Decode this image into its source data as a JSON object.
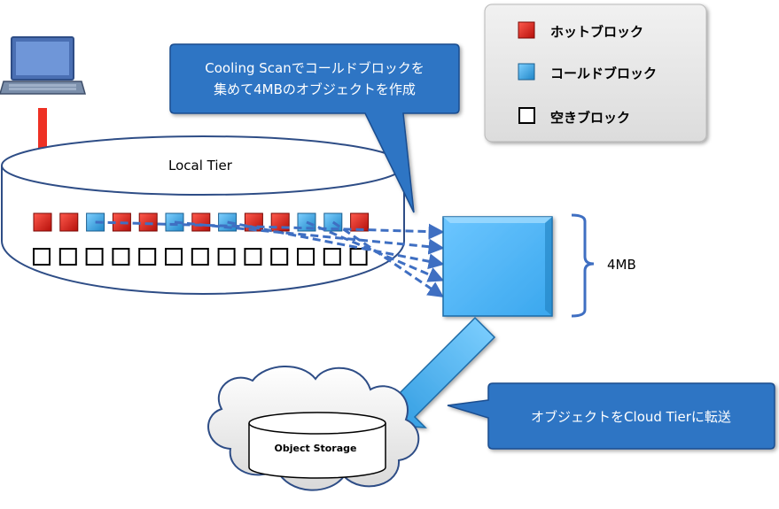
{
  "legend": {
    "items": [
      {
        "label": "ホットブロック",
        "color": "#e0231a"
      },
      {
        "label": "コールドブロック",
        "color": "#39a6e6"
      },
      {
        "label": "空きブロック",
        "color": "#ffffff"
      }
    ]
  },
  "callout_top": {
    "line1": "Cooling Scanでコールドブロックを",
    "line2": "集めて4MBのオブジェクトを作成"
  },
  "local_tier": {
    "label": "Local Tier"
  },
  "object_block": {
    "size_label": "4MB"
  },
  "callout_bottom": {
    "text": "オブジェクトをCloud Tierに転送"
  },
  "object_storage": {
    "label": "Object Storage"
  },
  "blocks": {
    "row": [
      "hot",
      "hot",
      "cold",
      "hot",
      "hot",
      "cold",
      "hot",
      "cold",
      "hot",
      "hot",
      "cold",
      "cold",
      "hot"
    ],
    "empty_count": 13
  },
  "colors": {
    "hot": "#e0231a",
    "cold": "#39a6e6",
    "callout": "#2f74c4",
    "arrow_red": "#ee3124",
    "dash": "#3f6fc2"
  }
}
